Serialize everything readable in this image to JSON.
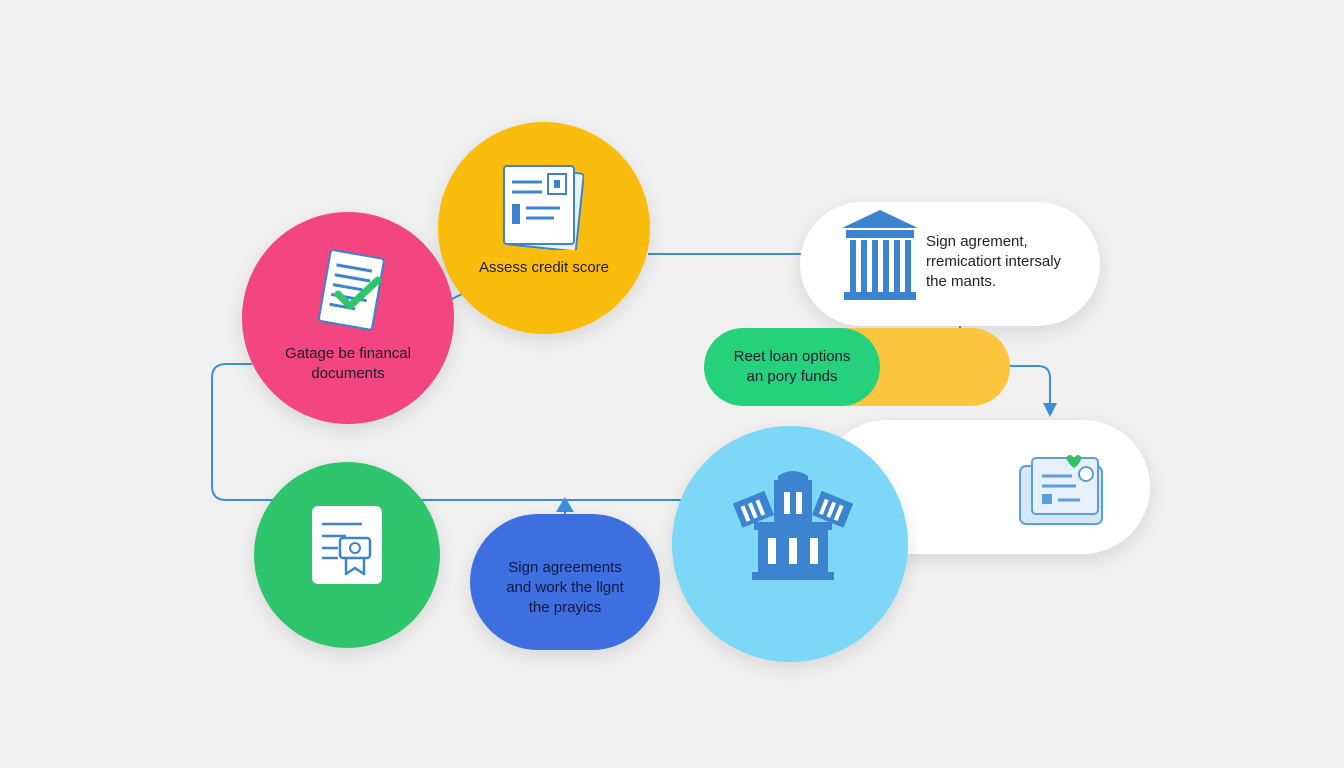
{
  "nodes": {
    "gather_docs": {
      "line1": "Gatage be financal",
      "line2": "documents",
      "color": "#f3457f"
    },
    "assess_credit": {
      "label": "Assess credit score",
      "color": "#fbbd0d"
    },
    "sign_agreement_bank": {
      "line1": "Sign agrement,",
      "line2": "rremicatiort intersaly",
      "line3": "the mants."
    },
    "loan_options": {
      "line1": "Reet loan options",
      "line2": "an pory funds",
      "green": "#25d17c",
      "yellow": "#fbc53e"
    },
    "sign_agreements_work": {
      "line1": "Sign agreements",
      "line2": "and work the llgnt",
      "line3": "the prayics",
      "color": "#3d6fe0"
    },
    "approval": {
      "color": "#2ec56c"
    },
    "bank_institution": {
      "color": "#7dd8f7"
    },
    "funds_document": {
      "color": "#ffffff"
    }
  },
  "colors": {
    "connector": "#3b8fd9",
    "icon_blue": "#3c84d0",
    "background": "#f0f0f0"
  },
  "icons": {
    "gather_docs": "document-check-icon",
    "assess_credit": "credit-report-icon",
    "sign_agreement_bank": "bank-building-icon",
    "approval": "certificate-icon",
    "bank_institution": "institution-icon",
    "funds_document": "document-heart-icon"
  }
}
